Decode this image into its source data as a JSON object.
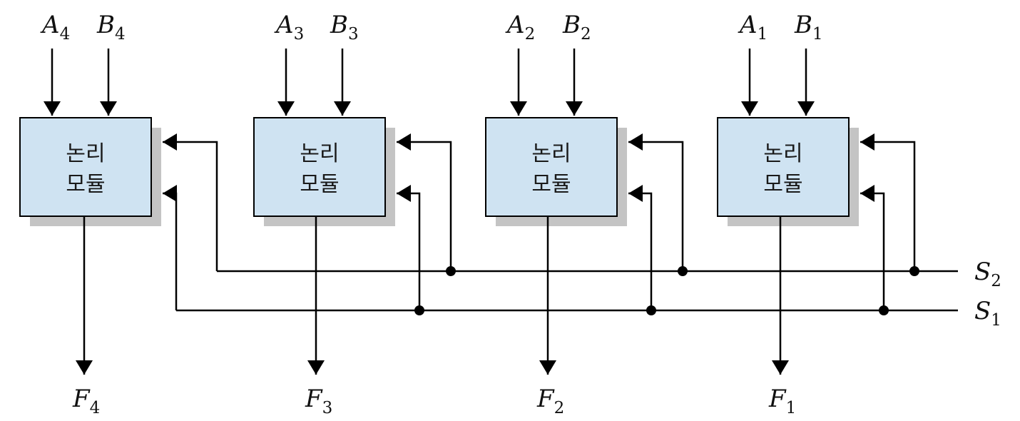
{
  "colors": {
    "block_fill": "#cfe3f2",
    "block_shadow": "#c4c4c4",
    "line": "#000000"
  },
  "modules": [
    {
      "label_line1": "논리",
      "label_line2": "모듈",
      "in_a": "A",
      "in_a_sub": "4",
      "in_b": "B",
      "in_b_sub": "4",
      "out": "F",
      "out_sub": "4"
    },
    {
      "label_line1": "논리",
      "label_line2": "모듈",
      "in_a": "A",
      "in_a_sub": "3",
      "in_b": "B",
      "in_b_sub": "3",
      "out": "F",
      "out_sub": "3"
    },
    {
      "label_line1": "논리",
      "label_line2": "모듈",
      "in_a": "A",
      "in_a_sub": "2",
      "in_b": "B",
      "in_b_sub": "2",
      "out": "F",
      "out_sub": "2"
    },
    {
      "label_line1": "논리",
      "label_line2": "모듈",
      "in_a": "A",
      "in_a_sub": "1",
      "in_b": "B",
      "in_b_sub": "1",
      "out": "F",
      "out_sub": "1"
    }
  ],
  "select_lines": [
    {
      "name": "S",
      "sub": "2"
    },
    {
      "name": "S",
      "sub": "1"
    }
  ]
}
